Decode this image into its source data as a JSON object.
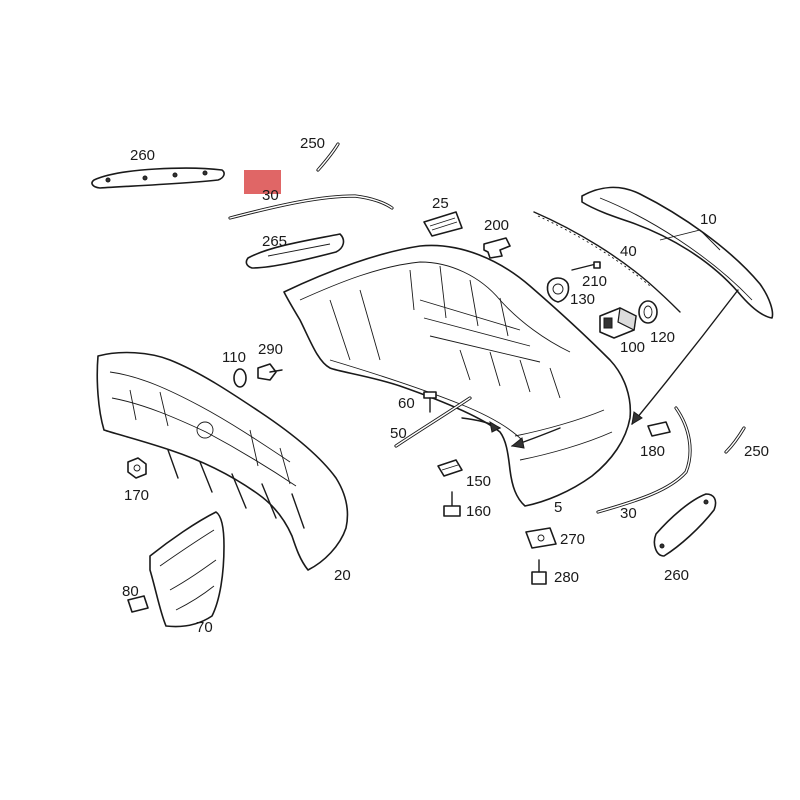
{
  "diagram": {
    "highlight_color": "#e06666",
    "parts": [
      {
        "id": "p260a",
        "number": "260"
      },
      {
        "id": "p250a",
        "number": "250"
      },
      {
        "id": "p30a",
        "number": "30"
      },
      {
        "id": "p25",
        "number": "25"
      },
      {
        "id": "p265",
        "number": "265"
      },
      {
        "id": "p200",
        "number": "200"
      },
      {
        "id": "p10",
        "number": "10"
      },
      {
        "id": "p40",
        "number": "40"
      },
      {
        "id": "p210",
        "number": "210"
      },
      {
        "id": "p130",
        "number": "130"
      },
      {
        "id": "p110",
        "number": "110"
      },
      {
        "id": "p290",
        "number": "290"
      },
      {
        "id": "p100",
        "number": "100"
      },
      {
        "id": "p120",
        "number": "120"
      },
      {
        "id": "p60",
        "number": "60"
      },
      {
        "id": "p50",
        "number": "50"
      },
      {
        "id": "p180",
        "number": "180"
      },
      {
        "id": "p250b",
        "number": "250"
      },
      {
        "id": "p170",
        "number": "170"
      },
      {
        "id": "p150",
        "number": "150"
      },
      {
        "id": "p160",
        "number": "160"
      },
      {
        "id": "p5",
        "number": "5"
      },
      {
        "id": "p30b",
        "number": "30"
      },
      {
        "id": "p270",
        "number": "270"
      },
      {
        "id": "p260b",
        "number": "260"
      },
      {
        "id": "p20",
        "number": "20"
      },
      {
        "id": "p280",
        "number": "280"
      },
      {
        "id": "p80",
        "number": "80"
      },
      {
        "id": "p70",
        "number": "70"
      }
    ]
  }
}
